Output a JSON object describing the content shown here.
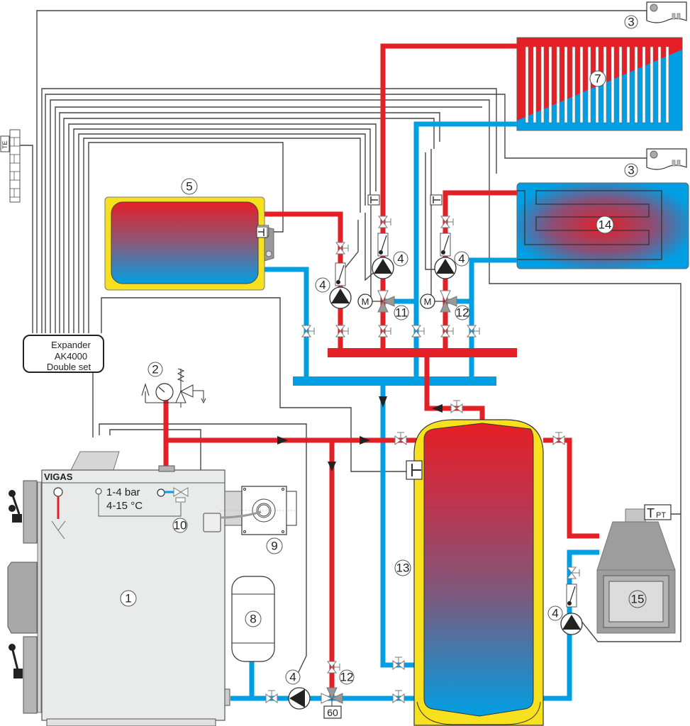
{
  "title": "Heating system schematic: VIGAS boiler with expander AK4000, buffer tank, DHW tank, radiator, floor heating and fireplace",
  "colors": {
    "hot_pipe": "#e41f26",
    "cold_pipe": "#009fe3",
    "insulation": "#f7e11e",
    "wire": "#444444",
    "boiler_body": "#e9eaea",
    "equipment_gray": "#9d9d9d"
  },
  "controller": {
    "line1": "Expander",
    "line2": "AK4000",
    "line3": "Double set"
  },
  "boiler": {
    "brand": "VIGAS",
    "number": "1",
    "pressure_range": "1-4 bar",
    "temp_range": "4-15 °C"
  },
  "outdoor_sensor": {
    "label": "TE"
  },
  "fireplace_sensor": {
    "label": "T",
    "subscript": "PT"
  },
  "thermostatic_valve_setting": "60",
  "components": [
    {
      "number": "1",
      "name": "Boiler VIGAS"
    },
    {
      "number": "2",
      "name": "Safety group (manometer, safety valve, air vent)"
    },
    {
      "number": "3",
      "name": "Room thermostat (radiator circuit)"
    },
    {
      "number": "3",
      "name": "Room thermostat (floor circuit)"
    },
    {
      "number": "4",
      "name": "Circulation pump (DHW)"
    },
    {
      "number": "4",
      "name": "Circulation pump (radiator circuit)"
    },
    {
      "number": "4",
      "name": "Circulation pump (floor circuit)"
    },
    {
      "number": "4",
      "name": "Circulation pump (boiler return)"
    },
    {
      "number": "4",
      "name": "Circulation pump (fireplace)"
    },
    {
      "number": "5",
      "name": "Hot water tank"
    },
    {
      "number": "7",
      "name": "Radiator"
    },
    {
      "number": "8",
      "name": "Expansion vessel"
    },
    {
      "number": "9",
      "name": "Cooling valve"
    },
    {
      "number": "10",
      "name": "Burner"
    },
    {
      "number": "11",
      "name": "Boiler bypass valve"
    },
    {
      "number": "12",
      "name": "Mixing valve with actuator (radiator)"
    },
    {
      "number": "12",
      "name": "Mixing valve with actuator (floor)"
    },
    {
      "number": "13",
      "name": "Buffer tank"
    },
    {
      "number": "14",
      "name": "Floor heating"
    },
    {
      "number": "15",
      "name": "Fireplace insert"
    }
  ]
}
